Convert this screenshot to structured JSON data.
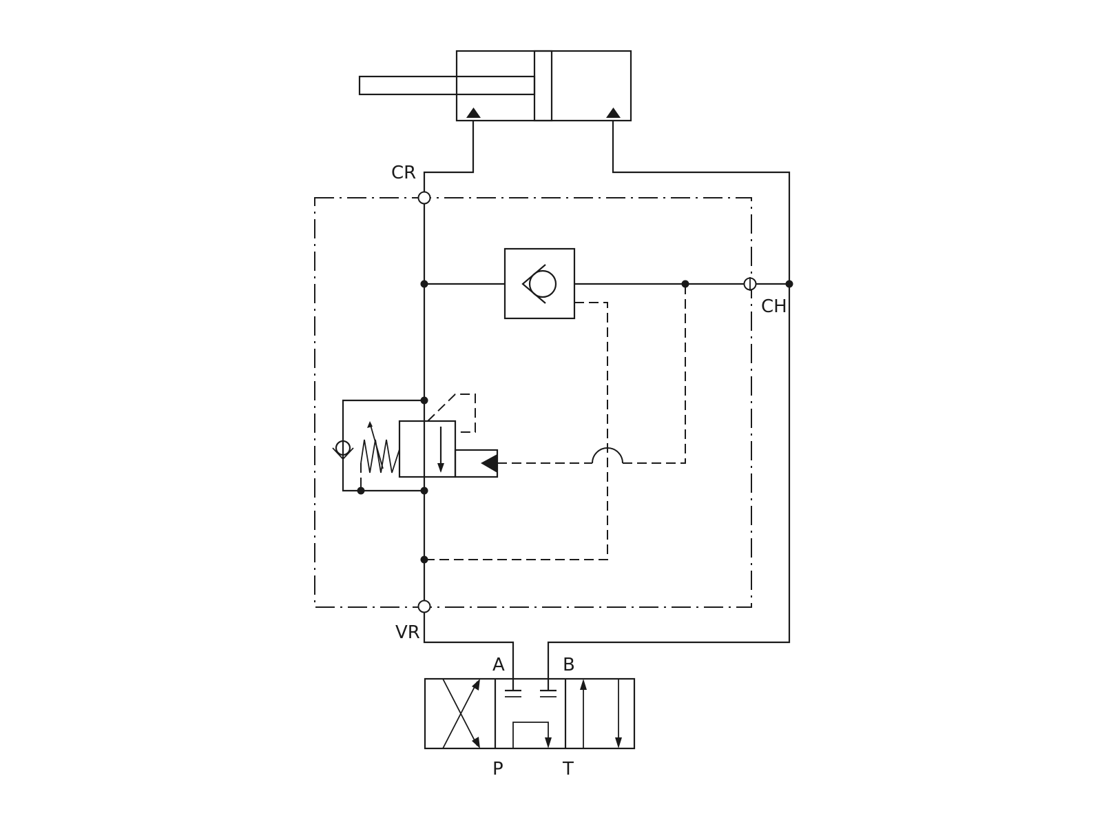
{
  "labels": {
    "cr": "CR",
    "ch": "CH",
    "vr": "VR",
    "a": "A",
    "b": "B",
    "p": "P",
    "t": "T"
  },
  "colors": {
    "line": "#1a1a1a",
    "background": "#ffffff"
  }
}
